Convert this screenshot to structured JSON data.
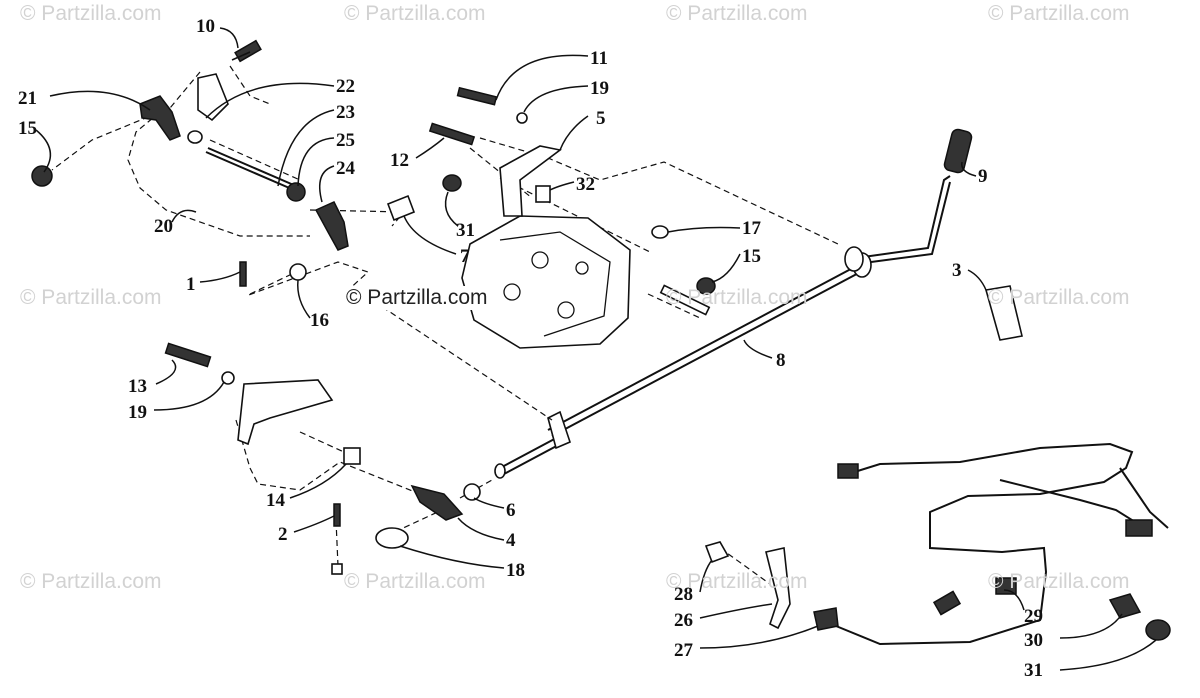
{
  "watermark": {
    "text": "© Partzilla.com",
    "center_text": "© Partzilla.com"
  },
  "callouts": [
    "10",
    "21",
    "15",
    "22",
    "23",
    "25",
    "24",
    "20",
    "1",
    "16",
    "7",
    "11",
    "19",
    "5",
    "12",
    "32",
    "31",
    "17",
    "15",
    "9",
    "3",
    "8",
    "13",
    "19",
    "14",
    "2",
    "6",
    "4",
    "18",
    "28",
    "26",
    "27",
    "29",
    "30",
    "31"
  ],
  "colors": {
    "ink": "#111111",
    "watermark": "#d2d2d2",
    "background": "#ffffff"
  }
}
